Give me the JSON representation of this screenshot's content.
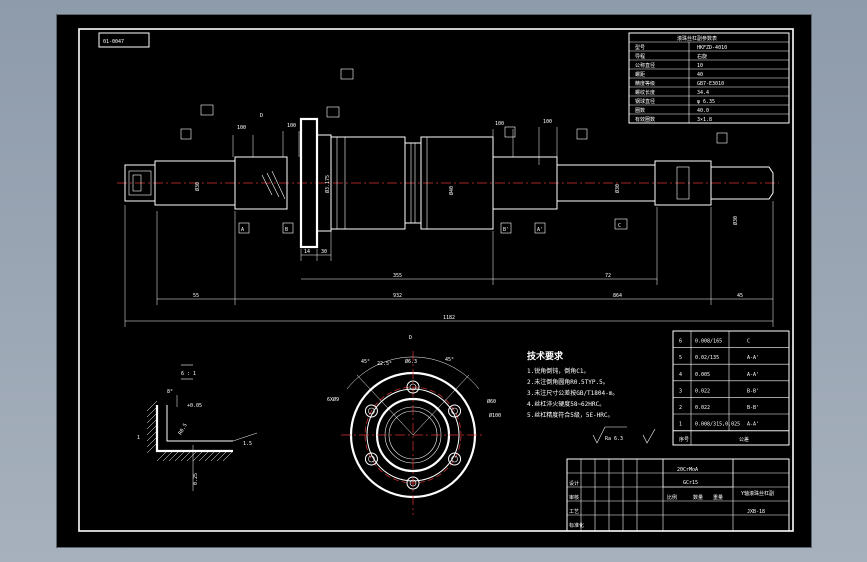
{
  "drawing": {
    "code_box": "01-0047",
    "sheet_number": "JXB-18",
    "title": "Y轴滚珠丝杠副",
    "material": "GCr15",
    "material_std": "20CrMoA",
    "surface_finish": "Ra 6.3"
  },
  "param_table": {
    "title": "滚珠丝杠副参数表",
    "rows": [
      [
        "型号",
        "HKFZD-4010"
      ],
      [
        "导程",
        "右旋"
      ],
      [
        "公称直径",
        "10"
      ],
      [
        "螺距",
        "40"
      ],
      [
        "精度等级",
        "GB7-E3010"
      ],
      [
        "螺纹长度",
        "34.4"
      ],
      [
        "钢球直径",
        "φ 6.35"
      ],
      [
        "圈数",
        "40.0"
      ],
      [
        "有效圈数",
        "3×1.8"
      ]
    ]
  },
  "tolerance_table": {
    "rows": [
      [
        "6",
        "0.008/165",
        "C"
      ],
      [
        "5",
        "0.02/135",
        "A-A'"
      ],
      [
        "4",
        "0.005",
        "A-A'"
      ],
      [
        "3",
        "0.022",
        "B-B'"
      ],
      [
        "2",
        "0.022",
        "B-B'"
      ],
      [
        "1",
        "0.008/315,0.025",
        "A-A'"
      ]
    ],
    "footer_left": "序号",
    "footer_right": "公差"
  },
  "tech_req": {
    "title": "技术要求",
    "items": [
      "1.锐角倒钝，倒角C1。",
      "2.未注倒角圆角R0.5TYP.5。",
      "3.未注尺寸公差按GB/T1804-m。",
      "4.丝杠淬火硬度58~62HRC。",
      "5.丝杠精度符合5级，5E-HRC。"
    ]
  },
  "dims": {
    "d100a": "100",
    "d100b": "100",
    "d100c": "100",
    "d100d": "100",
    "d14": "14",
    "d30": "30",
    "d355": "355",
    "d72": "72",
    "d55": "55",
    "d932": "932",
    "d864": "864",
    "d45": "45",
    "d1182": "1182",
    "dA": "A",
    "dB": "B",
    "dC": "C",
    "dD": "D",
    "dAp": "A'",
    "dBp": "B'",
    "dF": "D",
    "view_d": "D",
    "pcd": "Ø60",
    "od": "Ø100",
    "holes": "6XØ9",
    "ang1": "45°",
    "ang2": "45°",
    "ang3": "22.5°",
    "r1": "Ø6.3",
    "ang_detail": "8°",
    "det_a": "R0.5",
    "det_b": "+0.05",
    "det_c": "0.25",
    "det_d": "1",
    "det_e": "1.5",
    "det_label": "6 : 1",
    "bal": "Ø3.175",
    "bw1": "Ø30",
    "bw2": "Ø40"
  },
  "title_block": {
    "r1": "比例",
    "r2": "数量",
    "r3": "重量",
    "r4": "设计",
    "r5": "审核",
    "r6": "工艺",
    "r7": "标准化"
  }
}
